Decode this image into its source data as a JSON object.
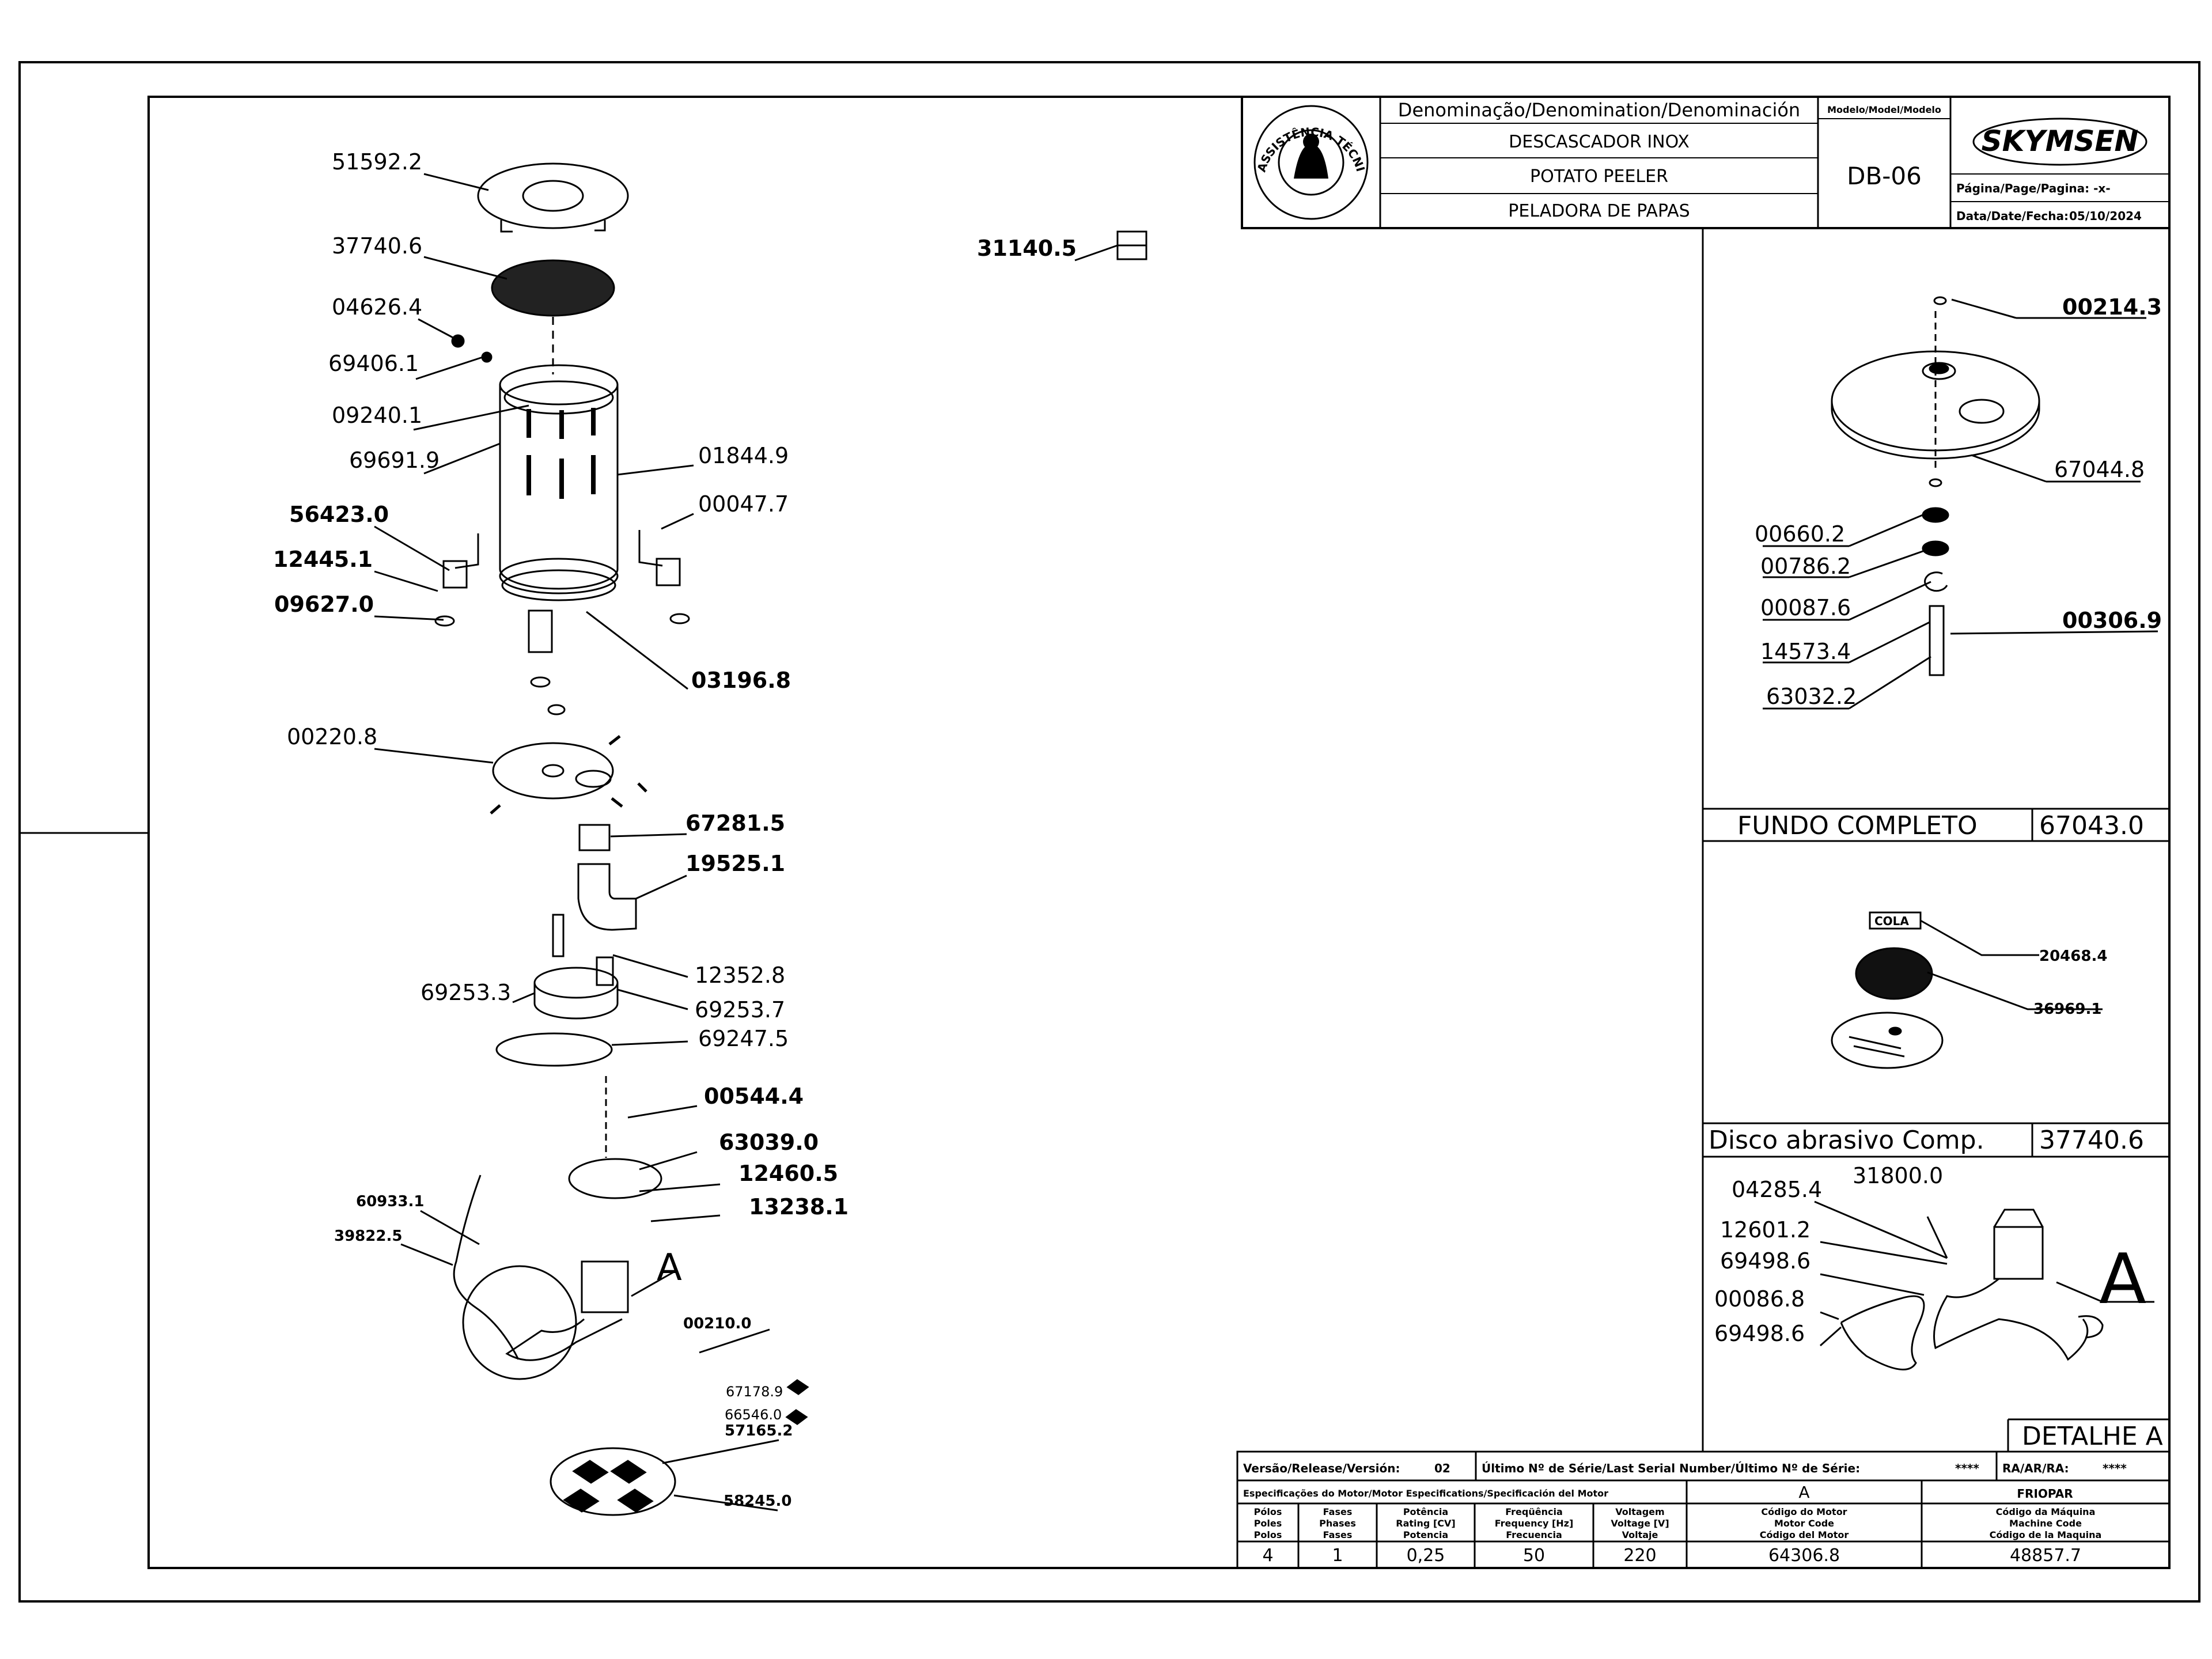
{
  "title_block": {
    "denomination_header": "Denominação/Denomination/Denominación",
    "names": [
      "DESCASCADOR INOX",
      "POTATO PEELER",
      "PELADORA DE PAPAS"
    ],
    "model_header": "Modelo/Model/Modelo",
    "model": "DB-06",
    "brand": "SKYMSEN",
    "page_label": "Página/Page/Pagina: -x-",
    "date_label": "Data/Date/Fecha:",
    "date_value": "05/10/2024",
    "stamp_text": "ASSISTÊNCIA TÉCNICA AUTORIZADA"
  },
  "main_labels": [
    {
      "id": "51592.2",
      "text": "51592.2"
    },
    {
      "id": "37740.6",
      "text": "37740.6"
    },
    {
      "id": "04626.4",
      "text": "04626.4"
    },
    {
      "id": "69406.1",
      "text": "69406.1"
    },
    {
      "id": "09240.1",
      "text": "09240.1"
    },
    {
      "id": "69691.9",
      "text": "69691.9"
    },
    {
      "id": "01844.9",
      "text": "01844.9"
    },
    {
      "id": "00047.7",
      "text": "00047.7"
    },
    {
      "id": "56423.0",
      "text": "56423.0"
    },
    {
      "id": "12445.1",
      "text": "12445.1"
    },
    {
      "id": "09627.0",
      "text": "09627.0"
    },
    {
      "id": "03196.8",
      "text": "03196.8"
    },
    {
      "id": "31140.5",
      "text": "31140.5"
    },
    {
      "id": "00220.8",
      "text": "00220.8"
    },
    {
      "id": "67281.5",
      "text": "67281.5"
    },
    {
      "id": "19525.1",
      "text": "19525.1"
    },
    {
      "id": "12352.8",
      "text": "12352.8"
    },
    {
      "id": "69253.3",
      "text": "69253.3"
    },
    {
      "id": "69253.7",
      "text": "69253.7"
    },
    {
      "id": "69247.5",
      "text": "69247.5"
    },
    {
      "id": "00544.4",
      "text": "00544.4"
    },
    {
      "id": "63039.0",
      "text": "63039.0"
    },
    {
      "id": "12460.5",
      "text": "12460.5"
    },
    {
      "id": "13238.1",
      "text": "13238.1"
    },
    {
      "id": "60933.1",
      "text": "60933.1"
    },
    {
      "id": "39822.5",
      "text": "39822.5"
    },
    {
      "id": "00210.0",
      "text": "00210.0"
    },
    {
      "id": "67178.9",
      "text": "67178.9"
    },
    {
      "id": "66546.0",
      "text": "66546.0"
    },
    {
      "id": "57165.2",
      "text": "57165.2"
    },
    {
      "id": "58245.0",
      "text": "58245.0"
    },
    {
      "id": "detail-A",
      "text": "A"
    }
  ],
  "fundo": {
    "labels": [
      "00214.3",
      "67044.8",
      "00660.2",
      "00786.2",
      "00087.6",
      "00306.9",
      "14573.4",
      "63032.2"
    ],
    "section_title": "FUNDO COMPLETO",
    "section_code": "67043.0"
  },
  "disco": {
    "tag": "COLA",
    "labels": [
      "20468.4",
      "36969.1"
    ],
    "section_title": "Disco abrasivo Comp.",
    "section_code": "37740.6"
  },
  "detalhe": {
    "labels": [
      "31800.0",
      "04285.4",
      "12601.2",
      "69498.6",
      "00086.8",
      "69498.6"
    ],
    "letter": "A",
    "section_title": "DETALHE A"
  },
  "bottom_table": {
    "release_label": "Versão/Release/Versión:",
    "release_value": "02",
    "last_serial_label": "Último Nº de Série/Last Serial Number/Último Nº de Série:",
    "last_serial_value": "****",
    "ra_label": "RA/AR/RA:",
    "ra_value": "****",
    "motor_spec_label": "Especificações do Motor/Motor Especifications/Specificación del Motor",
    "motor_letter": "A",
    "manufacturer": "FRIOPAR",
    "headers": [
      [
        "Pólos",
        "Poles",
        "Polos"
      ],
      [
        "Fases",
        "Phases",
        "Fases"
      ],
      [
        "Potência",
        "Rating [CV]",
        "Potencia"
      ],
      [
        "Freqüência",
        "Frequency [Hz]",
        "Frecuencia"
      ],
      [
        "Voltagem",
        "Voltage [V]",
        "Voltaje"
      ],
      [
        "Código do Motor",
        "Motor Code",
        "Código del Motor"
      ],
      [
        "Código da Máquina",
        "Machine Code",
        "Código de la Maquina"
      ]
    ],
    "values": [
      "4",
      "1",
      "0,25",
      "50",
      "220",
      "64306.8",
      "48857.7"
    ]
  }
}
